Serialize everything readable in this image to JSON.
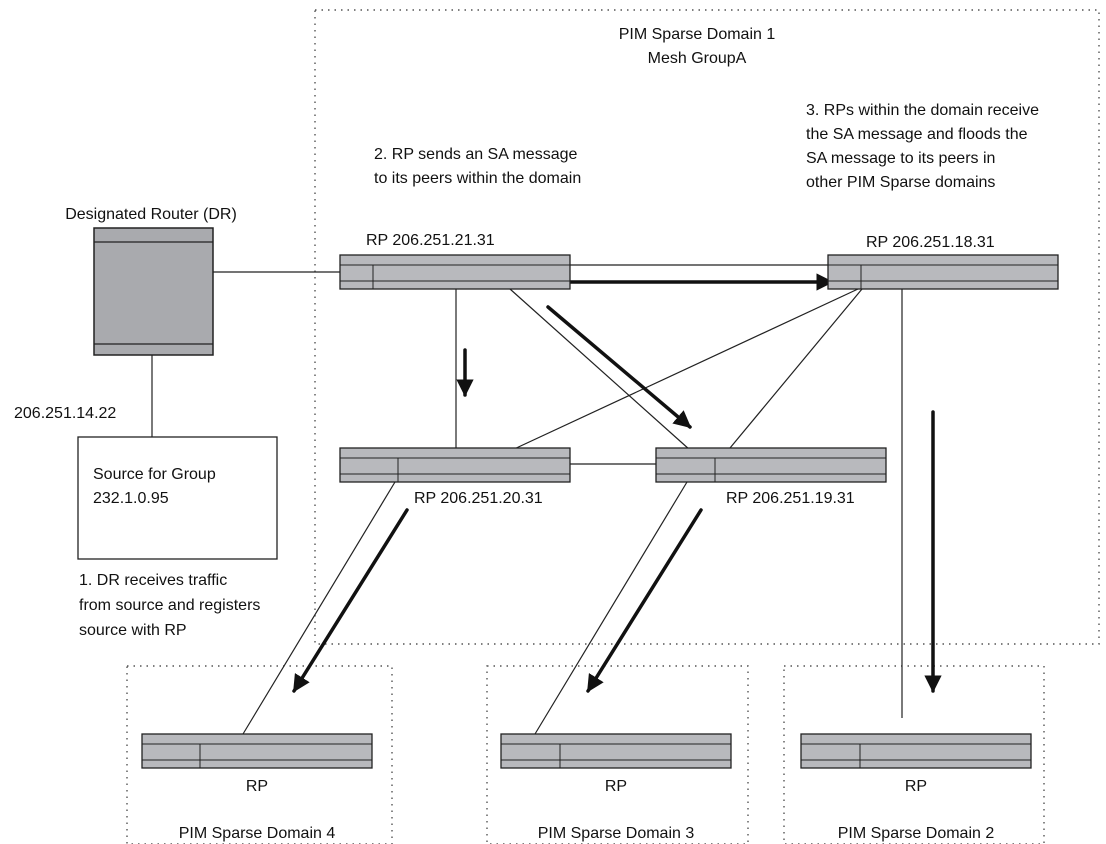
{
  "domains": {
    "main_title": "PIM Sparse Domain 1",
    "main_subtitle": "Mesh GroupA",
    "d4": "PIM Sparse Domain 4",
    "d3": "PIM Sparse Domain 3",
    "d2": "PIM Sparse Domain 2"
  },
  "dr": {
    "label": "Designated Router (DR)",
    "link_address": "206.251.14.22"
  },
  "source": {
    "line1": "Source for Group",
    "line2": "232.1.0.95"
  },
  "routers": {
    "rp21": "RP 206.251.21.31",
    "rp18": "RP 206.251.18.31",
    "rp20": "RP 206.251.20.31",
    "rp19": "RP 206.251.19.31",
    "rp_d4": "RP",
    "rp_d3": "RP",
    "rp_d2": "RP"
  },
  "steps": {
    "step1": [
      "1. DR receives traffic",
      "from source and registers",
      "source with RP"
    ],
    "step2": [
      "2. RP sends an SA message",
      "to its peers within the domain"
    ],
    "step3": [
      "3. RPs within the domain receive",
      "the SA message and floods the",
      "SA message to its peers in",
      "other PIM Sparse domains"
    ]
  },
  "colors": {
    "router_fill": "#b8b9bd",
    "dr_fill": "#a9aaae",
    "stroke": "#222222"
  }
}
